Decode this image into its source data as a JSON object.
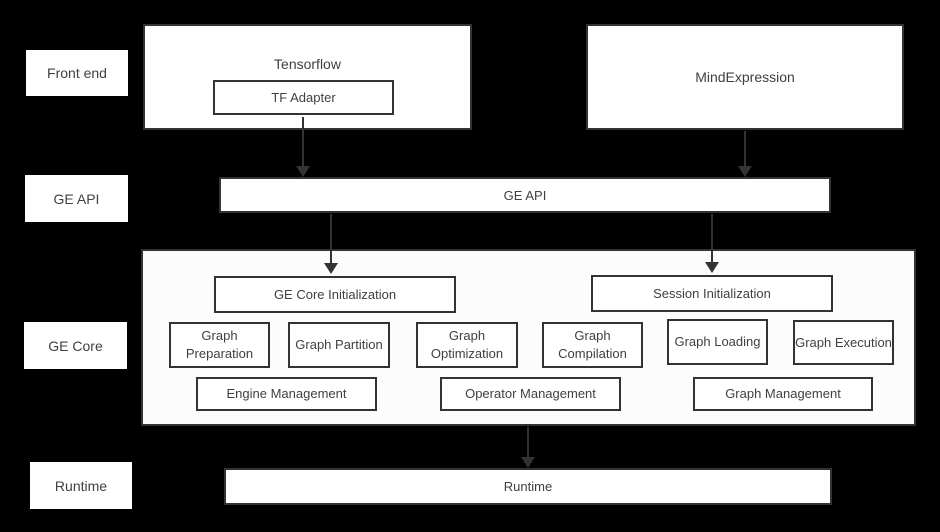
{
  "side_labels": [
    "Front end",
    "GE API",
    "GE Core",
    "Runtime"
  ],
  "frontend": {
    "tensorflow_label": "Tensorflow",
    "tf_adapter_label": "TF Adapter",
    "mindexpression_label": "MindExpression"
  },
  "ge_api_label": "GE API",
  "ge_core": {
    "initialization_boxes": [
      "GE Core Initialization",
      "Session Initialization"
    ],
    "process_boxes": [
      "Graph Preparation",
      "Graph Partition",
      "Graph Optimization",
      "Graph Compilation",
      "Graph Loading",
      "Graph Execution"
    ],
    "management_boxes": [
      "Engine Management",
      "Operator Management",
      "Graph Management"
    ]
  },
  "runtime_label": "Runtime",
  "colors": {
    "background": "#000000",
    "box_fill": "#ffffff",
    "container_fill": "#fcfcfc",
    "border": "#333333",
    "text": "#404040",
    "arrow": "#333333"
  }
}
